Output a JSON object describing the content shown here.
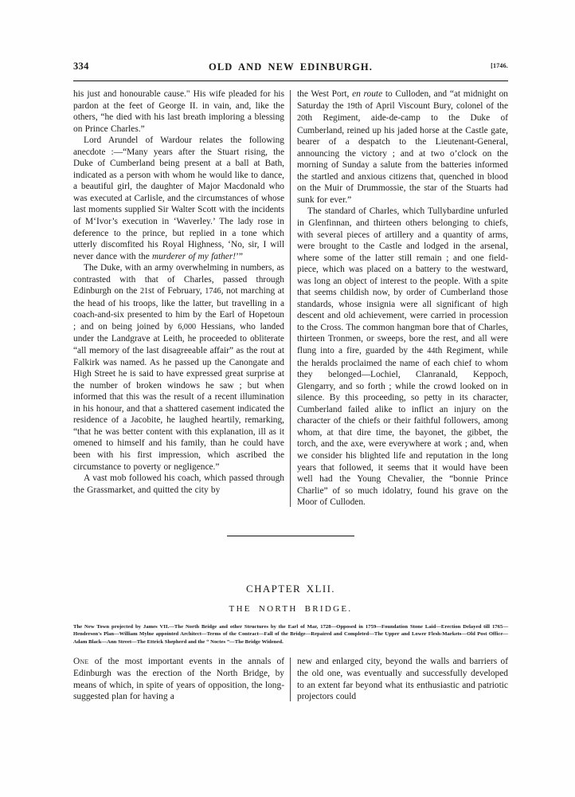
{
  "page": {
    "folio": "334",
    "running_title": "OLD AND NEW EDINBURGH.",
    "year_marker": "[1746."
  },
  "body": {
    "left_column": [
      {
        "indent": false,
        "html": "his just and honourable cause.\"  His wife pleaded for his pardon at the feet of George II. in vain, and, like the others, “he died with his last breath imploring a blessing on Prince Charles.”"
      },
      {
        "indent": true,
        "html": "Lord Arundel of Wardour relates the following anecdote :—“Many years after the Stuart rising, the Duke of Cumberland being present at a ball at Bath, indicated as a person with whom he would like to dance, a beautiful girl, the daughter of Major Macdonald who was executed at Carlisle, and the circumstances of whose last moments supplied Sir Walter Scott with the incidents of M‘Ivor’s execution in ‘Waverley.’  The lady rose in deference to the prince, but replied in a tone which utterly discomfited his Royal Highness, ‘No, sir, I will never dance with the <em>murderer of my father!</em>’”"
      },
      {
        "indent": true,
        "html": "The Duke, with an army overwhelming in numbers, as contrasted with that of Charles, passed through Edinburgh on the <span class=\"smallnum\">21</span>st of February, <span class=\"smallnum\">1746</span>, not marching at the head of his troops, like the latter, but travelling in a coach-and-six presented to him by the Earl of Hopetoun ; and on being joined by <span class=\"smallnum\">6,000</span> Hessians, who landed under the Landgrave at Leith, he proceeded to obliterate “all memory of the last disagreeable affair” as the rout at Falkirk was named.  As he passed up the Canongate and High Street he is said to have expressed great surprise at the number of broken windows he saw ; but when informed that this was the result of a recent illumination in his honour, and that a shattered casement indicated the residence of a Jacobite, he laughed heartily, remarking, “that he was better content with this explanation, ill as it omened to himself and his family, than he could have been with his first impression, which ascribed the circumstance to poverty or negligence.”"
      },
      {
        "indent": true,
        "html": "A vast mob followed his coach, which passed through the Grassmarket, and quitted the city by"
      }
    ],
    "right_column": [
      {
        "indent": false,
        "html": "the West Port, <em>en route</em> to Culloden, and “at midnight on Saturday the <span class=\"smallnum\">19</span>th of April Viscount Bury, colonel of the <span class=\"smallnum\">20</span>th Regiment, aide-de-camp to the Duke of Cumberland, reined up his jaded horse at the Castle gate, bearer of a despatch to the Lieutenant-General, announcing the victory ; and at two o’clock on the morning of Sunday a salute from the batteries informed the startled and anxious citizens that, quenched in blood on the Muir of Drummossie, the star of the Stuarts had sunk for ever.”"
      },
      {
        "indent": true,
        "html": "The standard of Charles, which Tullybardine unfurled in Glenfinnan, and thirteen others belonging to chiefs, with several pieces of artillery and a quantity of arms, were brought to the Castle and lodged in the arsenal, where some of the latter still remain ; and one field-piece, which was placed on a battery to the westward, was long an object of interest to the people.  With a spite that seems childish now, by order of Cumberland those standards, whose insignia were all significant of high descent and old achievement, were carried in procession to the Cross.  The common hangman bore that of Charles, thirteen Tronmen, or sweeps, bore the rest, and all were flung into a fire, guarded by the <span class=\"smallnum\">44</span>th Regiment, while the heralds proclaimed the name of each chief to whom they belonged—Lochiel, Clanranald, Keppoch, Glengarry, and so forth ; while the crowd looked on in silence.  By this proceeding, so petty in its character, Cumberland failed alike to inflict an injury on the character of the chiefs or their faithful followers, among whom, at that dire time, the bayonet, the gibbet, the torch, and the axe, were everywhere at work ; and, when we consider his blighted life and reputation in the long years that followed, it seems that it would have been well had the Young Chevalier, the “bonnie Prince Charlie” of so much idolatry, found his grave on the Moor of Culloden."
      }
    ]
  },
  "chapter": {
    "number_label": "CHAPTER XLII.",
    "title": "THE NORTH BRIDGE.",
    "synopsis": "The New Town projected by James VII.—The North Bridge and other Structures by the Earl of Mar, 1728—Opposed in 1759—Foundation Stone Laid—Erection Delayed till 1765—Henderson's Plan—William Mylne appointed Architect—Terms of the Contract—Fall of the Bridge—Repaired and Completed—The Upper and Lower Flesh-Markets—Old Post Office—Adam Black—Ann Street—The Ettrick Shepherd and the “ Noctes ”—The Bridge Widened."
  },
  "lower_body": {
    "left_column": [
      {
        "indent": false,
        "html": "<span class=\"smallcaps\">One</span> of the most important events in the annals of Edinburgh was the erection of the North Bridge, by means of which, in spite of years of opposition, the long-suggested plan for having a"
      }
    ],
    "right_column": [
      {
        "indent": false,
        "html": "new and enlarged city, beyond the walls and barriers of the old one, was eventually and successfully developed to an extent far beyond what its enthusiastic and patriotic projectors could"
      }
    ]
  }
}
